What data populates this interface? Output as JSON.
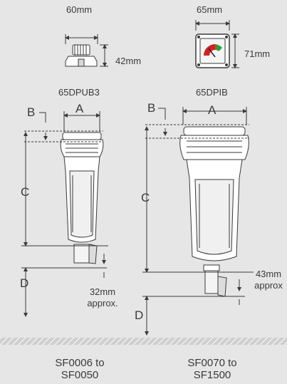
{
  "gauges": {
    "pub": {
      "width": "60mm",
      "height": "42mm",
      "model": "65DPUB3"
    },
    "pib": {
      "width": "65mm",
      "height": "71mm",
      "model": "65DPIB"
    }
  },
  "left_filter": {
    "dim_a": "A",
    "dim_b": "B",
    "dim_c": "C",
    "dim_d": "D",
    "clearance_value": "32mm",
    "clearance_note": "approx.",
    "range_line1": "SF0006 to",
    "range_line2": "SF0050"
  },
  "right_filter": {
    "dim_a": "A",
    "dim_b": "B",
    "dim_c": "C",
    "dim_d": "D",
    "clearance_value": "43mm",
    "clearance_note": "approx",
    "range_line1": "SF0070 to",
    "range_line2": "SF1500"
  },
  "colors": {
    "background": "#e6e6e6",
    "line": "#3a3a3a",
    "gauge_red": "#d42020",
    "gauge_green": "#2e9a3c",
    "floor": "#b5b5b5"
  }
}
